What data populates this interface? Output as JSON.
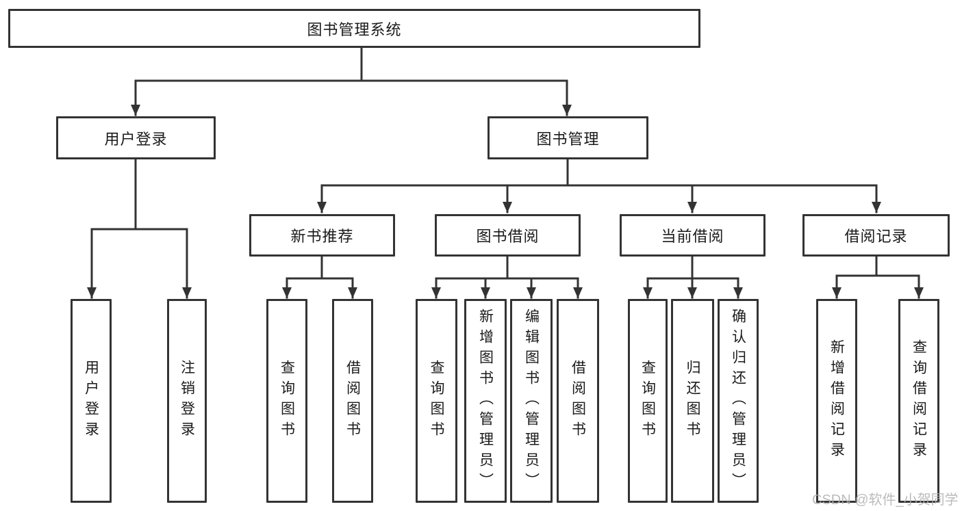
{
  "diagram": {
    "type": "tree",
    "tree": {
      "root": {
        "label": "图书管理系统",
        "children": [
          {
            "label": "用户登录",
            "children": [
              {
                "label": "用户登录"
              },
              {
                "label": "注销登录"
              }
            ]
          },
          {
            "label": "图书管理",
            "children": [
              {
                "label": "新书推荐",
                "children": [
                  {
                    "label": "查询图书"
                  },
                  {
                    "label": "借阅图书"
                  }
                ]
              },
              {
                "label": "图书借阅",
                "children": [
                  {
                    "label": "查询图书"
                  },
                  {
                    "label": "新增图书（管理员）"
                  },
                  {
                    "label": "编辑图书（管理员）"
                  },
                  {
                    "label": "借阅图书"
                  }
                ]
              },
              {
                "label": "当前借阅",
                "children": [
                  {
                    "label": "查询图书"
                  },
                  {
                    "label": "归还图书"
                  },
                  {
                    "label": "确认归还（管理员）"
                  }
                ]
              },
              {
                "label": "借阅记录",
                "children": [
                  {
                    "label": "新增借阅记录"
                  },
                  {
                    "label": "查询借阅记录"
                  }
                ]
              }
            ]
          }
        ]
      }
    },
    "icons": {
      "arrowhead": "solid-down-triangle"
    }
  },
  "watermark": "CSDN @软件_小贺同学",
  "colors": {
    "line": "#333333",
    "text": "#1a1a1a",
    "background": "#ffffff",
    "watermark": "#b0b0b0"
  }
}
